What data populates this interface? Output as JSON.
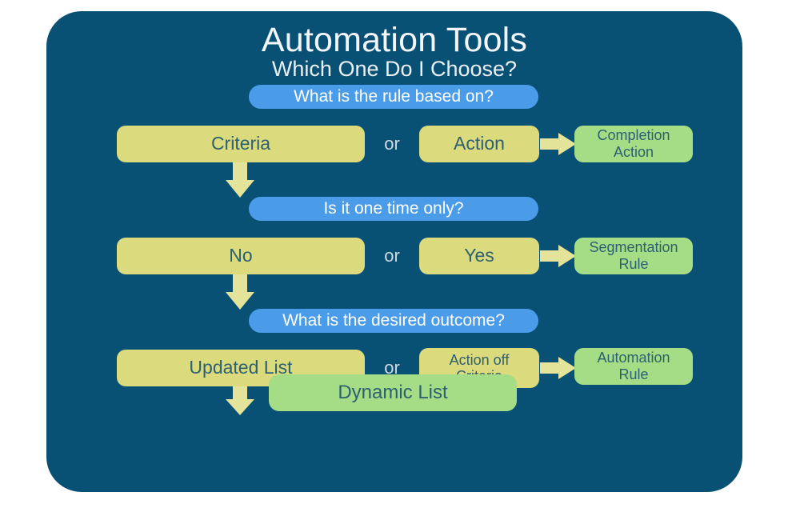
{
  "theme": {
    "background": "#ffffff",
    "panel": "#095075",
    "question_pill": "#4a9ce8",
    "option_box": "#dbda7d",
    "result_box": "#a4dd85",
    "arrow": "#e4e39a",
    "heading_text": "#f2f6f8",
    "box_text": "#2d6070",
    "or_text": "#cfd9e0"
  },
  "header": {
    "title": "Automation Tools",
    "subtitle": "Which One Do I Choose?"
  },
  "separator_label": "or",
  "steps": [
    {
      "question": "What is the rule based on?",
      "left_option": "Criteria",
      "right_option": "Action",
      "result": "Completion Action",
      "result_line1": "Completion",
      "result_line2": "Action"
    },
    {
      "question": "Is it one time only?",
      "left_option": "No",
      "right_option": "Yes",
      "result": "Segmentation Rule",
      "result_line1": "Segmentation",
      "result_line2": "Rule"
    },
    {
      "question": "What is the desired outcome?",
      "left_option": "Updated List",
      "right_option": "Action off Criteria",
      "right_option_line1": "Action off",
      "right_option_line2": "Criteria",
      "result": "Automation Rule",
      "result_line1": "Automation",
      "result_line2": "Rule"
    }
  ],
  "final_outcome": "Dynamic List"
}
